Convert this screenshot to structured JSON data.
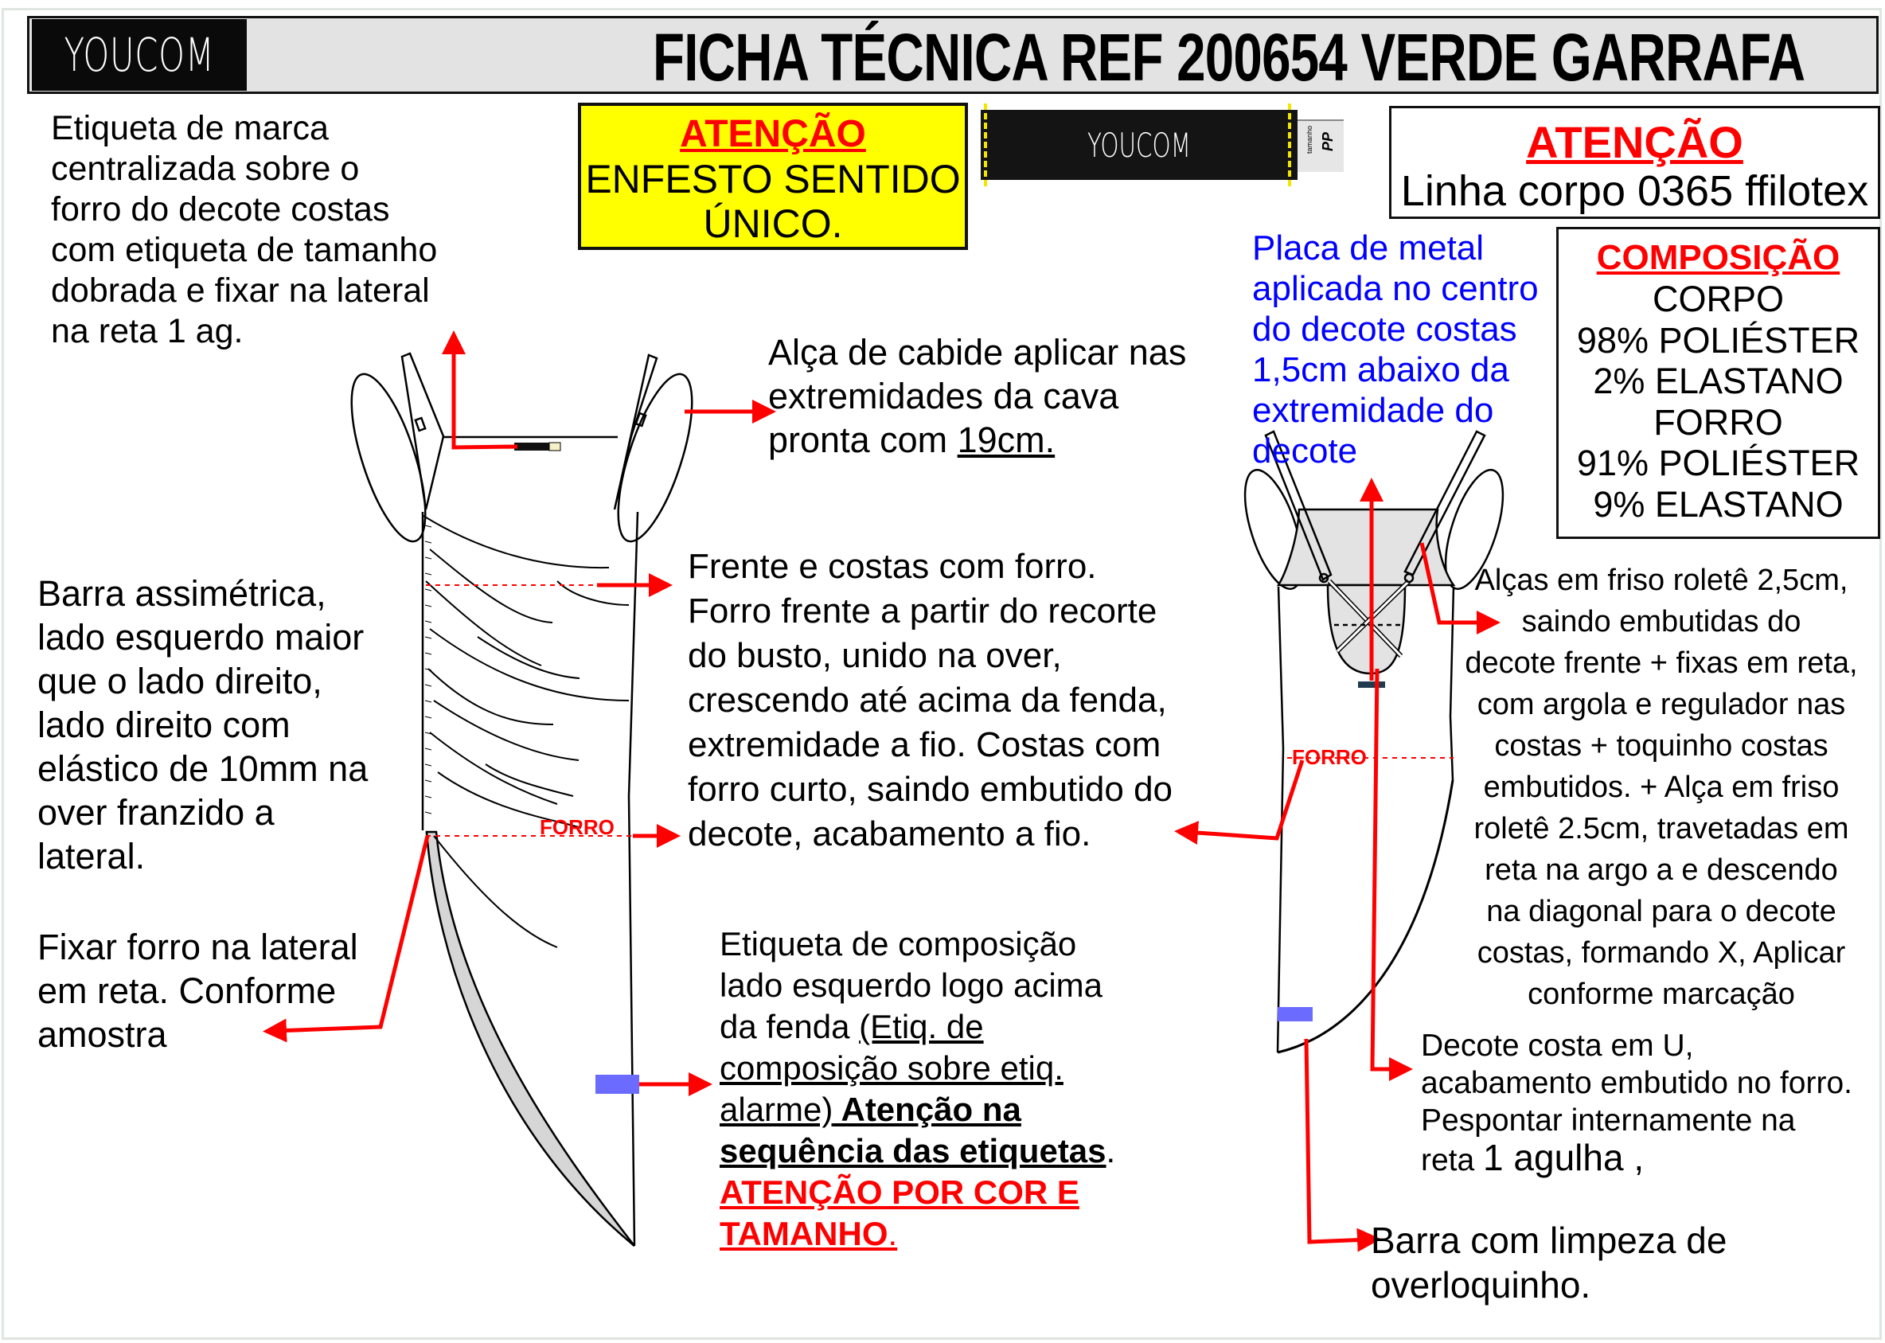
{
  "header": {
    "brand": "YOUCOM",
    "title": "FICHA TÉCNICA REF 200654 VERDE GARRAFA"
  },
  "notice_cutting": {
    "heading": "ATENÇÃO",
    "line1": "ENFESTO SENTIDO",
    "line2": "ÚNICO."
  },
  "brand_label": {
    "brand": "YOUCOM",
    "size_caption": "tamanho",
    "size": "PP"
  },
  "notice_thread": {
    "heading": "ATENÇÃO",
    "body": "Linha corpo 0365 ffilotex"
  },
  "composition": {
    "heading": "COMPOSIÇÃO",
    "lines": [
      "CORPO",
      "98% POLIÉSTER",
      "2% ELASTANO",
      "FORRO",
      "91% POLIÉSTER",
      "9% ELASTANO"
    ]
  },
  "notes": {
    "brand_label_note": "Etiqueta de marca\ncentralizada sobre o\nforro do decote costas\ncom etiqueta de tamanho\ndobrada e fixar na lateral\nna reta 1 ag.",
    "hanger_loop_note": "Alça de cabide aplicar nas\nextremidades da cava\n pronta com ",
    "hanger_loop_measure": "19cm.",
    "lining_note": "Frente e costas com forro.\nForro frente a partir do recorte\ndo busto, unido na over,\n crescendo até acima da fenda,\nextremidade a fio. Costas com\nforro curto, saindo embutido do\ndecote, acabamento a fio.",
    "hem_note": "Barra assimétrica,\nlado esquerdo maior\nque o lado direito,\nlado direito com\nelástico de 10mm na\n over franzido a\n lateral.",
    "fix_lining_note": "Fixar forro na lateral\nem reta. Conforme\namostra",
    "comp_label_note_1": "Etiqueta de composição\nlado esquerdo logo acima\nda fenda ",
    "comp_label_note_2": "(Etiq. de\ncomposição sobre etiq.\nalarme)",
    "comp_label_note_3": " Atenção na\nsequência das etiquetas",
    "comp_label_note_4": ".",
    "comp_label_note_5": "ATENÇÃO POR COR E\nTAMANHO",
    "comp_label_note_6": ".",
    "metal_plate_note": "Placa de metal\naplicada no centro\ndo decote costas\n1,5cm abaixo da\nextremidade do\ndecote",
    "straps_note": "Alças em friso roletê 2,5cm,\nsaindo embutidas do\ndecote frente + fixas em reta,\ncom argola e regulador nas\ncostas + toquinho costas\nembutidos. + Alça em friso\nroletê 2.5cm, travetadas em\nreta na argo a e descendo\nna diagonal para o decote\ncostas, formando X, Aplicar\nconforme marcação",
    "back_neck_note_1": "Decote costa em U,\nacabamento embutido no forro.\nPespontar internamente na\n reta ",
    "back_neck_note_2": "1 agulha ,",
    "hem_finish_note": "Barra com limpeza de\noverloquinho."
  },
  "drawing_labels": {
    "lining_front": "FORRO",
    "lining_back": "FORRO"
  },
  "colors": {
    "accent_red": "#ff0000",
    "warning_yellow": "#ffff00",
    "note_blue": "#0000ff",
    "label_marker": "#6b6bff"
  }
}
